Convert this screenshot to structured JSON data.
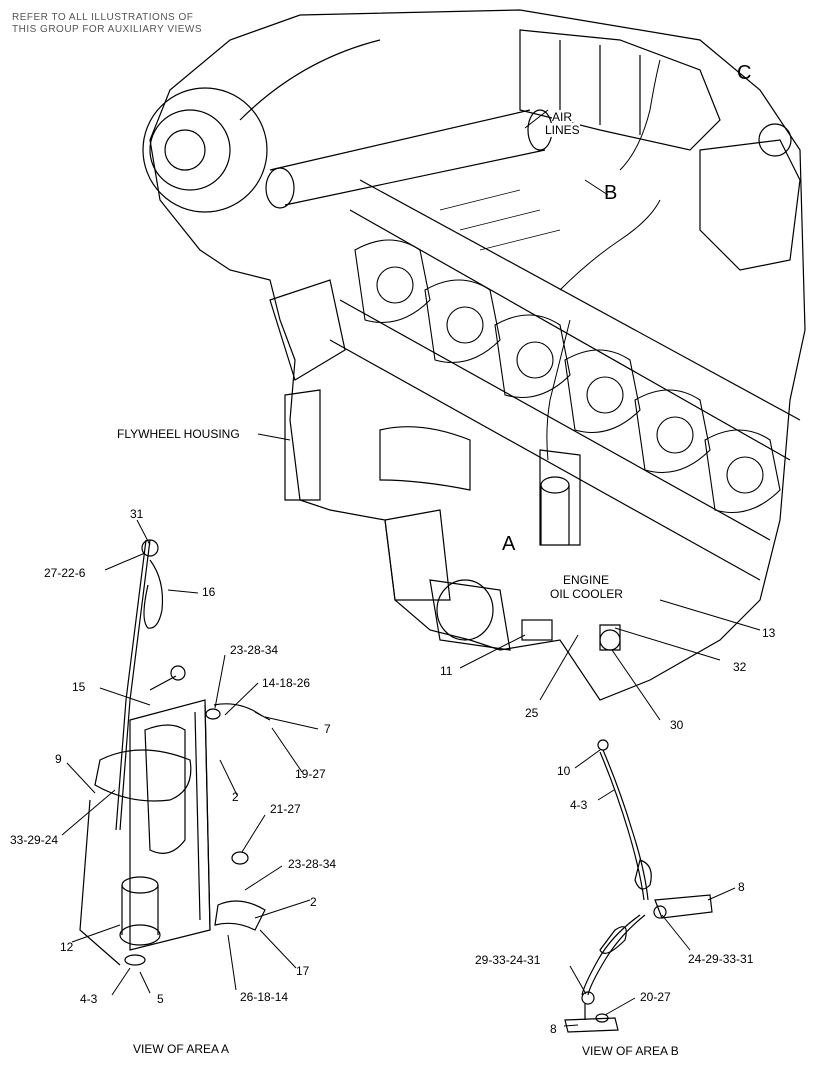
{
  "header_note": [
    "REFER TO ALL ILLUSTRATIONS OF",
    "THIS GROUP FOR AUXILIARY VIEWS"
  ],
  "area_letters": {
    "a": "A",
    "b": "B",
    "c": "C"
  },
  "callouts": {
    "air_lines": [
      "AIR",
      "LINES"
    ],
    "flywheel_housing": "FLYWHEEL HOUSING",
    "engine_oil_cooler": [
      "ENGINE",
      "OIL COOLER"
    ]
  },
  "main_parts": {
    "p11": "11",
    "p13": "13",
    "p25": "25",
    "p30": "30",
    "p32": "32"
  },
  "view_a": {
    "caption": "VIEW OF AREA  A",
    "labels": {
      "p31": "31",
      "p27_22_6": "27-22-6",
      "p16": "16",
      "p15": "15",
      "p23_28_34_top": "23-28-34",
      "p14_18_26": "14-18-26",
      "p7": "7",
      "p9": "9",
      "p19_27": "19-27",
      "p2_top": "2",
      "p33_29_24": "33-29-24",
      "p21_27": "21-27",
      "p23_28_34_low": "23-28-34",
      "p2_low": "2",
      "p12": "12",
      "p17": "17",
      "p4_3": "4-3",
      "p5": "5",
      "p26_18_14": "26-18-14"
    }
  },
  "view_b": {
    "caption": "VIEW OF AREA  B",
    "labels": {
      "p10": "10",
      "p4_3": "4-3",
      "p8_top": "8",
      "p24_29_33_31": "24-29-33-31",
      "p29_33_24_31": "29-33-24-31",
      "p20_27": "20-27",
      "p8_low": "8"
    }
  }
}
